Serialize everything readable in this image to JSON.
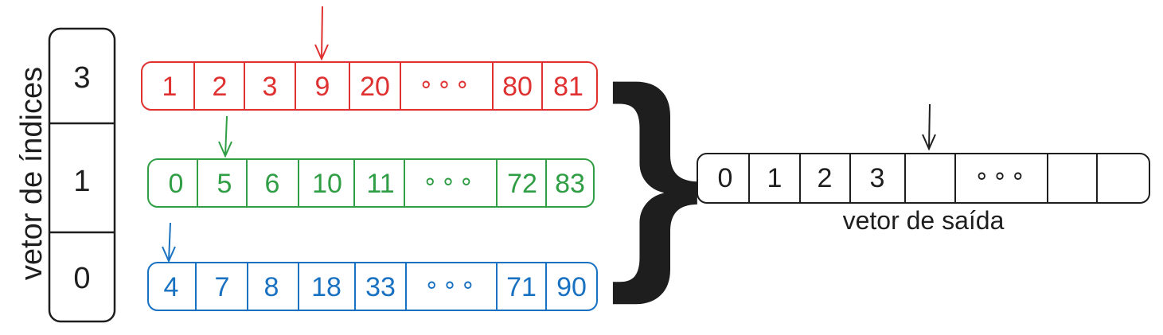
{
  "colors": {
    "red": "#e03131",
    "green": "#2f9e44",
    "blue": "#1971c2",
    "black": "#1e1e1e"
  },
  "index_vector": {
    "label": "vetor de índices",
    "values": [
      "3",
      "1",
      "0"
    ]
  },
  "arrays": [
    {
      "color": "red",
      "cells": [
        "1",
        "2",
        "3",
        "9",
        "20",
        "∘∘∘",
        "80",
        "81"
      ]
    },
    {
      "color": "green",
      "cells": [
        "0",
        "5",
        "6",
        "10",
        "11",
        "∘∘∘",
        "72",
        "83"
      ]
    },
    {
      "color": "blue",
      "cells": [
        "4",
        "7",
        "8",
        "18",
        "33",
        "∘∘∘",
        "71",
        "90"
      ]
    }
  ],
  "output_vector": {
    "label": "vetor de saída",
    "cells": [
      "0",
      "1",
      "2",
      "3",
      "",
      "∘∘∘",
      "",
      ""
    ]
  },
  "brace": "}"
}
